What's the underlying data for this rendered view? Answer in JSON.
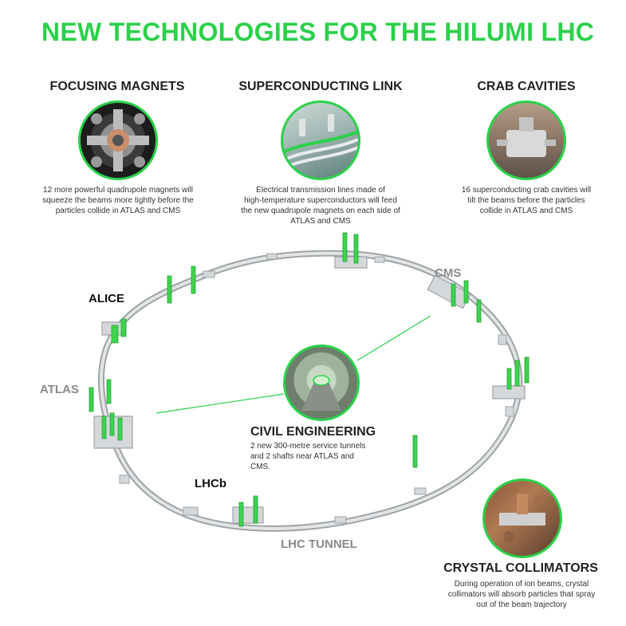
{
  "title": "NEW TECHNOLOGIES FOR THE HILUMI LHC",
  "features": {
    "focusing": {
      "heading": "FOCUSING MAGNETS",
      "description": [
        "12 more powerful quadrupole magnets will",
        "squeeze the beams more tightly before the",
        "particles collide in ATLAS and CMS"
      ]
    },
    "link": {
      "heading": "SUPERCONDUCTING LINK",
      "description": [
        "Electrical transmission lines made of",
        "high-temperature superconductors will feed",
        "the new quadrupole magnets on each side of",
        "ATLAS and CMS"
      ]
    },
    "crab": {
      "heading": "CRAB CAVITIES",
      "description": [
        "16 superconducting crab cavities will",
        "tilt the beams before the particles",
        "collide in ATLAS and CMS"
      ]
    },
    "civil": {
      "heading": "CIVIL ENGINEERING",
      "description": [
        "2 new 300-metre service tunnels",
        "and 2 shafts near ATLAS and",
        "CMS."
      ]
    },
    "collimators": {
      "heading": "CRYSTAL COLLIMATORS",
      "description": [
        "During operation of ion beams, crystal",
        "collimators will absorb particles that spray",
        "out of the beam trajectory"
      ]
    }
  },
  "locations": {
    "alice": "ALICE",
    "cms": "CMS",
    "atlas": "ATLAS",
    "lhcb": "LHCb",
    "tunnel": "LHC TUNNEL"
  },
  "colors": {
    "accent": "#2bd14a",
    "tunnel": "#cfd2d4",
    "tunnel_edge": "#9ea3a6"
  }
}
